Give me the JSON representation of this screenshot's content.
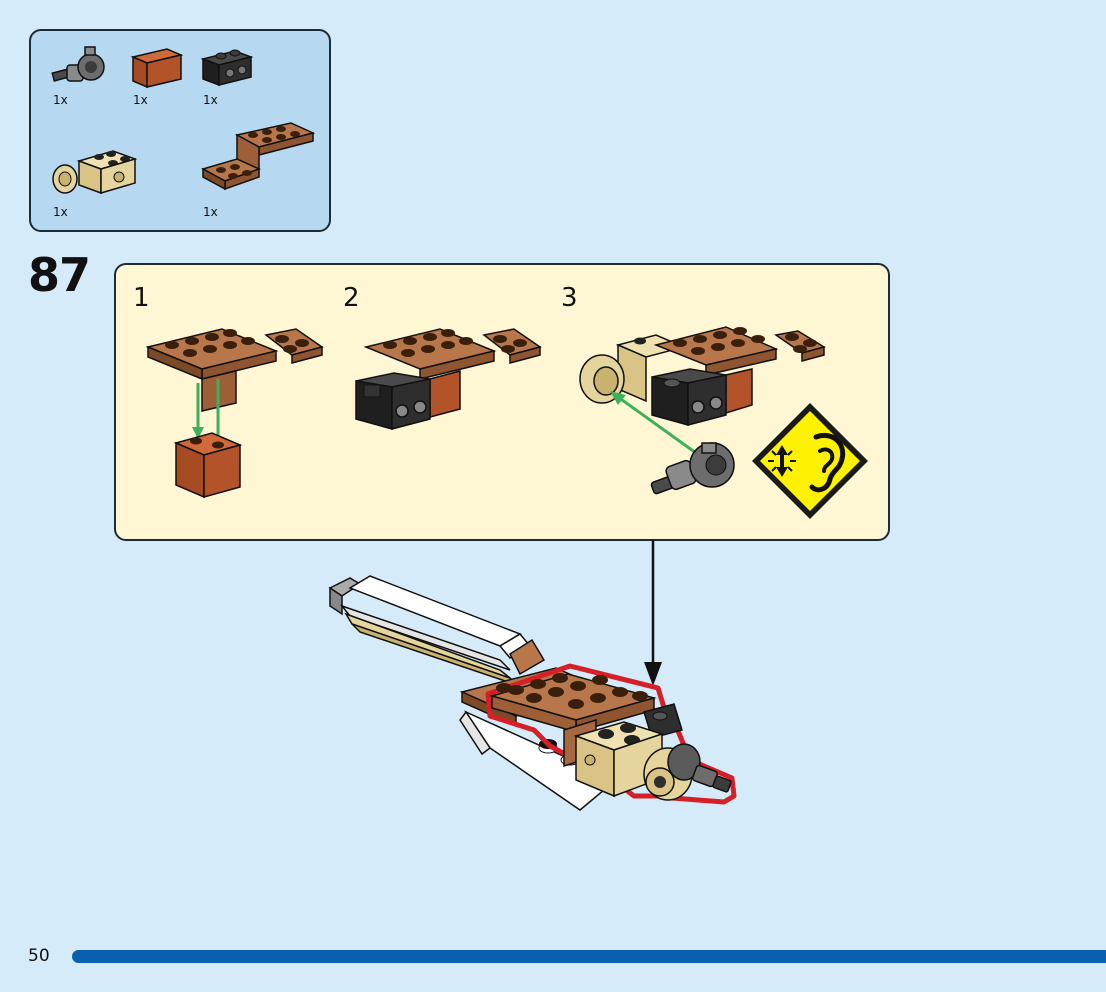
{
  "parts_list": {
    "items": [
      {
        "name": "ball-joint-axle-pin",
        "qty": "1x"
      },
      {
        "name": "brick-1x2-reddish-brown",
        "qty": "1x"
      },
      {
        "name": "technic-brick-1x2-black",
        "qty": "1x"
      },
      {
        "name": "tan-brick-with-ball-socket",
        "qty": "1x"
      },
      {
        "name": "brown-bracket-plate",
        "qty": "1x"
      }
    ]
  },
  "step": {
    "number": "87",
    "substeps": [
      {
        "label": "1"
      },
      {
        "label": "2"
      },
      {
        "label": "3"
      }
    ],
    "notice_icon": "click-sound-ear-icon"
  },
  "footer": {
    "page_number": "50"
  },
  "colors": {
    "background": "#d6ebf9",
    "parts_box": "#b7d8f1",
    "substeps_box": "#fff6d3",
    "progress_bar": "#0a5fb0",
    "brown": "#a8683f",
    "dark_brown": "#7d4a26",
    "reddish_brown": "#b3532a",
    "black_part": "#2e2e2e",
    "tan": "#e5d49b",
    "arrow_green": "#3cb15c",
    "warning_yellow": "#fff200",
    "highlight_red": "#d62027"
  }
}
